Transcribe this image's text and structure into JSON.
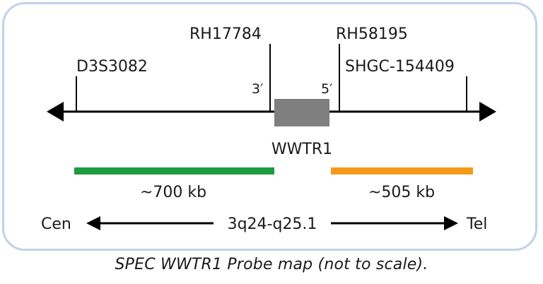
{
  "markers": {
    "d3s3082": "D3S3082",
    "rh17784": "RH17784",
    "rh58195": "RH58195",
    "shgc": "SHGC-154409"
  },
  "ends": {
    "three_prime": "3′",
    "five_prime": "5′"
  },
  "gene": {
    "name": "WWTR1",
    "color": "#7f7f7f"
  },
  "probes": [
    {
      "label": "~700 kb",
      "color": "#1e9a3f"
    },
    {
      "label": "~505 kb",
      "color": "#f39a1b"
    }
  ],
  "orientation": {
    "left": "Cen",
    "band": "3q24-q25.1",
    "right": "Tel"
  },
  "caption": "SPEC WWTR1 Probe map (not to scale).",
  "colors": {
    "frame": "#c0d1ea",
    "line": "#000000"
  }
}
